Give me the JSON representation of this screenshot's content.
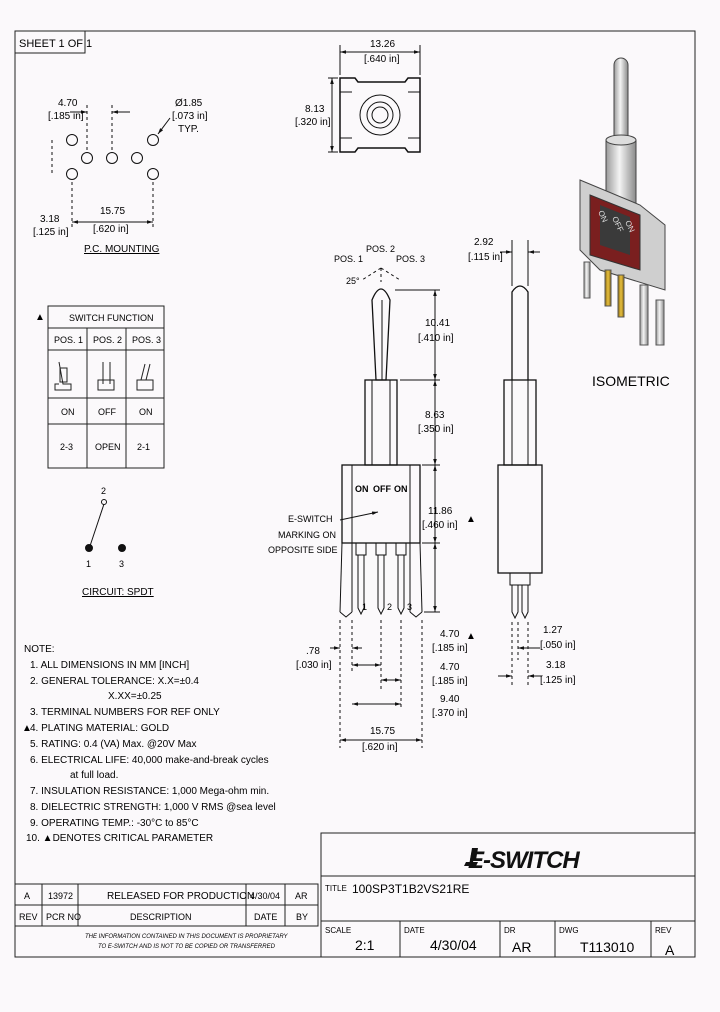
{
  "sheet_label": "SHEET 1 OF 1",
  "pcb": {
    "dim_top": [
      "4.70",
      "[.185 in]"
    ],
    "dim_hole": [
      "Ø1.85",
      "[.073 in]",
      "TYP."
    ],
    "dim_left": [
      "3.18",
      "[.125 in]"
    ],
    "dim_bottom": [
      "15.75",
      "[.620 in]"
    ],
    "caption": "P.C. MOUNTING"
  },
  "top_view": {
    "dim_width": [
      "13.26",
      "[.640 in]"
    ],
    "dim_height": [
      "8.13",
      "[.320 in]"
    ]
  },
  "front_view": {
    "pos_labels": [
      "POS. 1",
      "POS. 2",
      "POS. 3"
    ],
    "angle": "25°",
    "dim_lever": [
      "10.41",
      "[.410 in]"
    ],
    "dim_bushing": [
      "8.63",
      "[.350 in]"
    ],
    "dim_body": [
      "11.86",
      "[.460 in]"
    ],
    "body_labels": [
      "ON",
      "OFF",
      "ON"
    ],
    "marking_note": [
      "E-SWITCH",
      "MARKING ON",
      "OPPOSITE SIDE"
    ],
    "pin_numbers": [
      "1",
      "2",
      "3"
    ],
    "dim_pin_left": [
      ".78",
      "[.030 in]"
    ],
    "dim_pin_a": [
      "4.70",
      "[.185 in]"
    ],
    "dim_pin_b": [
      "4.70",
      "[.185 in]"
    ],
    "dim_pin_c": [
      "9.40",
      "[.370 in]"
    ],
    "dim_width": [
      "15.75",
      "[.620 in]"
    ]
  },
  "side_view": {
    "dim_top": [
      "2.92",
      "[.115 in]"
    ],
    "dim_pin": [
      "1.27",
      "[.050 in]"
    ],
    "dim_pin2": [
      "3.18",
      "[.125 in]"
    ]
  },
  "isometric_label": "ISOMETRIC",
  "switch_function": {
    "title": "SWITCH FUNCTION",
    "headers": [
      "POS. 1",
      "POS. 2",
      "POS. 3"
    ],
    "states": [
      "ON",
      "OFF",
      "ON"
    ],
    "connections": [
      "2-3",
      "OPEN",
      "2-1"
    ]
  },
  "circuit": {
    "pins": [
      "2",
      "1",
      "3"
    ],
    "caption": "CIRCUIT: SPDT"
  },
  "notes": {
    "heading": "NOTE:",
    "lines": [
      "1. ALL DIMENSIONS IN MM [INCH]",
      "2. GENERAL TOLERANCE: X.X=±0.4",
      "X.XX=±0.25",
      "3. TERMINAL NUMBERS FOR REF ONLY",
      "4. PLATING MATERIAL: GOLD",
      "5. RATING: 0.4 (VA) Max. @20V Max",
      "6. ELECTRICAL LIFE: 40,000 make-and-break cycles",
      "at full load.",
      "7. INSULATION RESISTANCE: 1,000 Mega-ohm min.",
      "8. DIELECTRIC STRENGTH: 1,000 V RMS @sea level",
      "9. OPERATING TEMP.: -30°C to 85°C",
      "10. ▲DENOTES CRITICAL PARAMETER"
    ]
  },
  "revision": {
    "row": [
      "A",
      "13972",
      "RELEASED FOR PRODUCTION",
      "4/30/04",
      "AR"
    ],
    "header": [
      "REV",
      "PCR NO",
      "DESCRIPTION",
      "DATE",
      "BY"
    ],
    "disclaimer": [
      "THE INFORMATION CONTAINED IN THIS DOCUMENT IS PROPRIETARY",
      "TO E-SWITCH AND IS NOT TO BE COPIED OR TRANSFERRED"
    ]
  },
  "title_block": {
    "logo": "E-SWITCH",
    "title_label": "TITLE",
    "title": "100SP3T1B2VS21RE",
    "scale_label": "SCALE",
    "scale": "2:1",
    "date_label": "DATE",
    "date": "4/30/04",
    "dr_label": "DR",
    "dr": "AR",
    "dwg_label": "DWG",
    "dwg": "T113010",
    "rev_label": "REV",
    "rev": "A"
  }
}
